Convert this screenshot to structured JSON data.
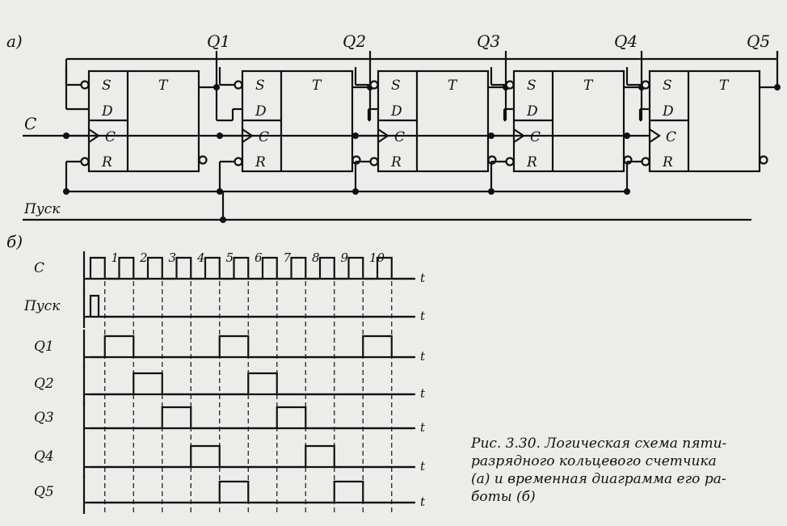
{
  "part_a": "а)",
  "part_b": "б)",
  "outputs": [
    "Q1",
    "Q2",
    "Q3",
    "Q4",
    "Q5"
  ],
  "clock_input": "C",
  "start_input": "Пуск",
  "trigger": {
    "set": "S",
    "type": "T",
    "data": "D",
    "clock": "C",
    "reset": "R"
  },
  "timing": {
    "pulse_numbers": [
      "1",
      "2",
      "3",
      "4",
      "5",
      "6",
      "7",
      "8",
      "9",
      "10"
    ],
    "time_label": "t",
    "signals": [
      {
        "name": "C"
      },
      {
        "name": "Пуск"
      },
      {
        "name": "Q1",
        "high": [
          [
            0,
            1
          ],
          [
            4,
            5
          ],
          [
            9,
            10
          ]
        ]
      },
      {
        "name": "Q2",
        "high": [
          [
            1,
            2
          ],
          [
            5,
            6
          ]
        ]
      },
      {
        "name": "Q3",
        "high": [
          [
            2,
            3
          ],
          [
            6,
            7
          ]
        ]
      },
      {
        "name": "Q4",
        "high": [
          [
            3,
            4
          ],
          [
            7,
            8
          ]
        ]
      },
      {
        "name": "Q5",
        "high": [
          [
            4,
            5
          ],
          [
            8,
            9
          ]
        ]
      }
    ]
  },
  "caption": {
    "line1": "Рис. 3.30. Логическая схема пяти-",
    "line2": "разрядного    кольцевого   счетчика",
    "line3": "(а) и временная диаграмма его ра-",
    "line4": "боты (б)"
  }
}
